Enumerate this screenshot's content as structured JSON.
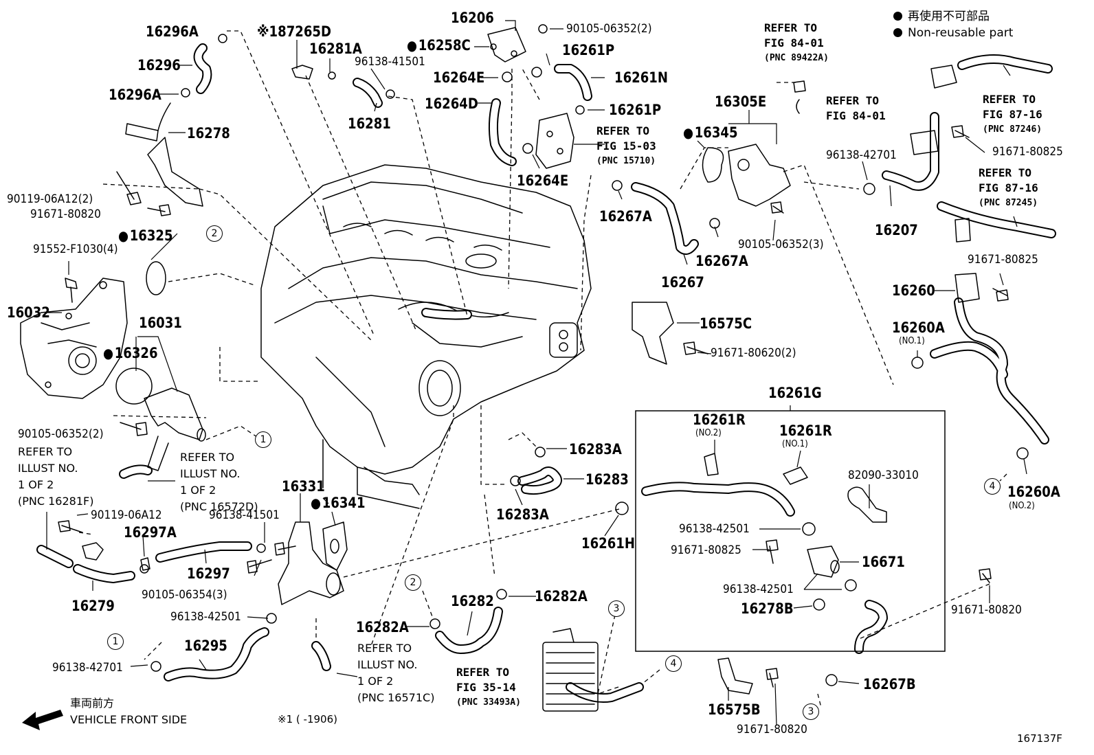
{
  "legend": {
    "jp": "再使用不可部品",
    "en": "Non-reusable part"
  },
  "front": {
    "jp": "車両前方",
    "en": "VEHICLE FRONT SIDE"
  },
  "footnote": {
    "mark": "※1",
    "range": "( -1906)"
  },
  "figure_id": "167137F",
  "markers": [
    "1",
    "2",
    "3",
    "4"
  ],
  "parts": {
    "p16296A_top": "16296A",
    "p16296": "16296",
    "p16296A_bot": "16296A",
    "p16278": "16278",
    "p90119_06A12_2": "90119-06A12(2)",
    "p91671_80820_a": "91671-80820",
    "p16325": "16325",
    "p91552": "91552-F1030(4)",
    "p16032": "16032",
    "p16031": "16031",
    "p16326": "16326",
    "p90105_06352_2b": "90105-06352(2)",
    "p90119_06A12": "90119-06A12",
    "p16297A": "16297A",
    "p16297": "16297",
    "p16279": "16279",
    "p90105_06354": "90105-06354(3)",
    "p96138_42501_a": "96138-42501",
    "p96138_42701_a": "96138-42701",
    "p16295": "16295",
    "p16331": "16331",
    "p16341": "16341",
    "p96138_41501_b": "96138-41501",
    "p87265D": "※187265D",
    "p16281A": "16281A",
    "p96138_41501_a": "96138-41501",
    "p16281": "16281",
    "p16206": "16206",
    "p90105_06352_2": "90105-06352(2)",
    "p16258C": "16258C",
    "p16261P_a": "16261P",
    "p16264E_a": "16264E",
    "p16261N": "16261N",
    "p16264D": "16264D",
    "p16261P_b": "16261P",
    "p16264E_b": "16264E",
    "p16305E": "16305E",
    "p16345": "16345",
    "p16267A_a": "16267A",
    "p16267A_b": "16267A",
    "p16267": "16267",
    "p90105_06352_3": "90105-06352(3)",
    "p96138_42701_b": "96138-42701",
    "p16207": "16207",
    "p91671_80825_a": "91671-80825",
    "p91671_80825_b": "91671-80825",
    "p16260": "16260",
    "p16260A_1": "16260A",
    "p16260A_1n": "(NO.1)",
    "p16260A_2": "16260A",
    "p16260A_2n": "(NO.2)",
    "p16575C": "16575C",
    "p91671_80620": "91671-80620(2)",
    "p16261G": "16261G",
    "p16261R_2": "16261R",
    "p16261R_2n": "(NO.2)",
    "p16261R_1": "16261R",
    "p16261R_1n": "(NO.1)",
    "p82090": "82090-33010",
    "p96138_42501_b": "96138-42501",
    "p91671_80825_c": "91671-80825",
    "p16671": "16671",
    "p96138_42501_c": "96138-42501",
    "p16278B": "16278B",
    "p91671_80820_b": "91671-80820",
    "p16283A_a": "16283A",
    "p16283": "16283",
    "p16283A_b": "16283A",
    "p16261H": "16261H",
    "p16282": "16282",
    "p16282A_a": "16282A",
    "p16282A_b": "16282A",
    "p16575B": "16575B",
    "p91671_80820_c": "91671-80820",
    "p16267B": "16267B"
  },
  "refs": {
    "r84_01a": [
      "REFER TO",
      "FIG 84-01",
      "(PNC 89422A)"
    ],
    "r84_01b": [
      "REFER TO",
      "FIG 84-01"
    ],
    "r87_16a": [
      "REFER TO",
      "FIG 87-16",
      "(PNC 87246)"
    ],
    "r87_16b": [
      "REFER TO",
      "FIG 87-16",
      "(PNC 87245)"
    ],
    "r15_03": [
      "REFER TO",
      "FIG 15-03",
      "(PNC 15710)"
    ],
    "r35_14": [
      "REFER TO",
      "FIG 35-14",
      "(PNC 33493A)"
    ],
    "rIll_16281F": [
      "REFER TO",
      "ILLUST NO.",
      "1 OF 2",
      "(PNC 16281F)"
    ],
    "rIll_16572D": [
      "REFER TO",
      "ILLUST NO.",
      "1 OF 2",
      "(PNC 16572D)"
    ],
    "rIll_16571C": [
      "REFER TO",
      "ILLUST NO.",
      "1 OF 2",
      "(PNC 16571C)"
    ]
  }
}
